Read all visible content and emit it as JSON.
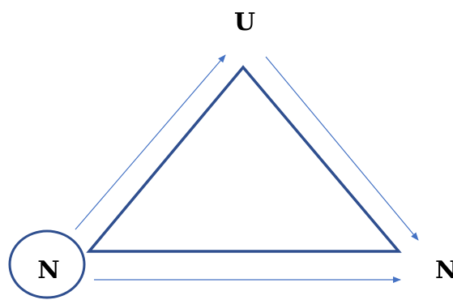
{
  "nodes": {
    "top": {
      "label": "U"
    },
    "bottom_left": {
      "label": "N"
    },
    "bottom_right": {
      "label": "N"
    }
  },
  "colors": {
    "triangle_stroke": "#2f4f8f",
    "arrow_stroke": "#4472c4",
    "circle_stroke": "#2f4f8f",
    "text": "#000000"
  }
}
